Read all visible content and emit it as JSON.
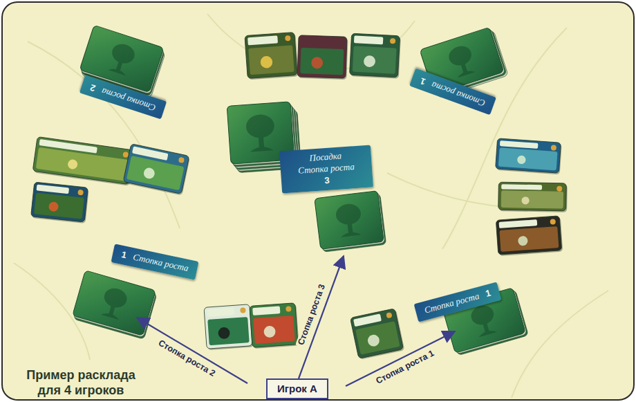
{
  "diagram": {
    "caption": "Пример расклада для 4 игроков",
    "nodes": [
      {
        "text": [
          "Стопка роста",
          "2"
        ]
      },
      {
        "text": [
          "Стопка роста",
          "1"
        ]
      },
      {
        "text": [
          "Посадка",
          "Стопка роста",
          "3"
        ]
      },
      {
        "text": [
          "1",
          "Стопка роста"
        ]
      },
      {
        "text": [
          "Стопка роста",
          "1"
        ]
      },
      {
        "text": [
          "Игрок А"
        ]
      }
    ],
    "labels": [
      "Стопка роста 2",
      "Стопка роста 3",
      "Стопка роста 1"
    ]
  }
}
